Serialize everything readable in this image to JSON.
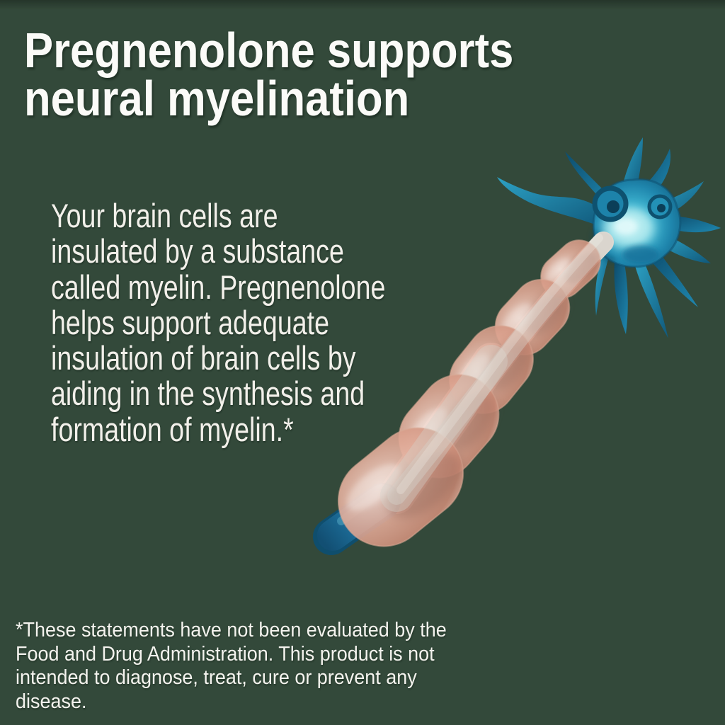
{
  "poster": {
    "background_color": "#33493a",
    "headline": "Pregnenolone supports\nneural myelination",
    "body_text": "Your brain cells are\ninsulated by a substance\ncalled myelin. Pregnenolone\nhelps support adequate\ninsulation of brain cells by\naiding in the synthesis and\nformation of myelin.*",
    "disclaimer": "*These statements have not been evaluated by the\nFood and Drug Administration. This product is not\nintended to diagnose, treat, cure or prevent any\ndisease.",
    "illustration": {
      "name": "myelinated-neuron-3d-render",
      "soma_color": "#1f86ad",
      "soma_highlight_color": "#bff0f2",
      "dendrite_color": "#1f88b0",
      "myelin_sheath_color": "#dca89a",
      "myelin_highlight_color": "#f2d6ca",
      "axon_core_color": "#b7b1a9",
      "axon_tip_color": "#1d6f9b",
      "text_color": "#f2f0ea"
    }
  }
}
